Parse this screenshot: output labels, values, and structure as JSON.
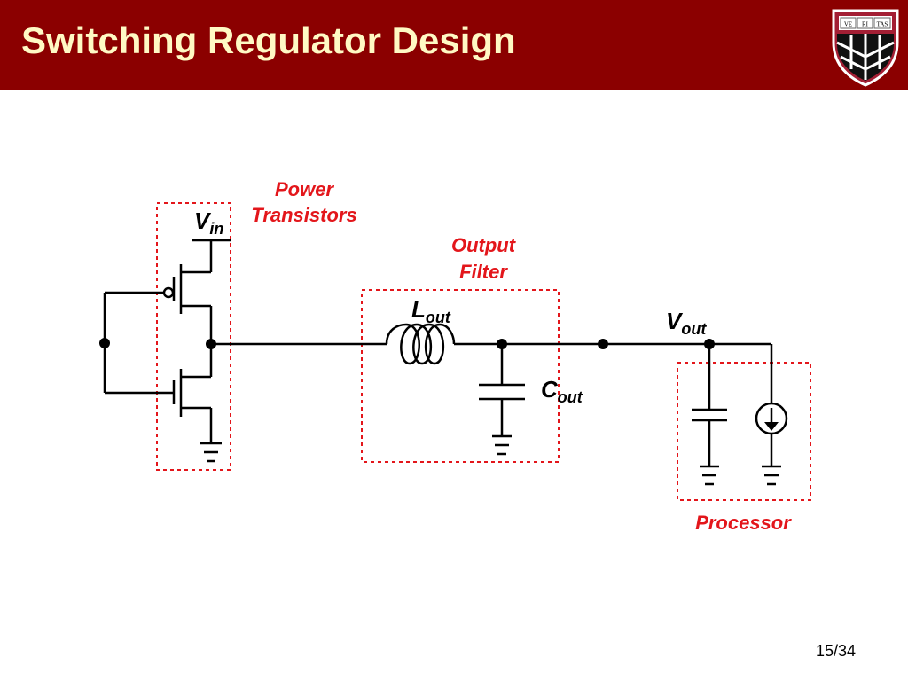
{
  "slide": {
    "title": "Switching Regulator Design",
    "page": "15/34"
  },
  "crest": {
    "labels": [
      "VE",
      "RI",
      "TAS"
    ]
  },
  "labels": {
    "power_transistors": [
      "Power",
      "Transistors"
    ],
    "output_filter": [
      "Output",
      "Filter"
    ],
    "processor": "Processor",
    "vin": {
      "main": "V",
      "sub": "in"
    },
    "lout": {
      "main": "L",
      "sub": "out"
    },
    "cout": {
      "main": "C",
      "sub": "out"
    },
    "vout": {
      "main": "V",
      "sub": "out"
    }
  },
  "colors": {
    "header": "#8b0000",
    "title": "#fff9c4",
    "accent": "#e3161b"
  }
}
